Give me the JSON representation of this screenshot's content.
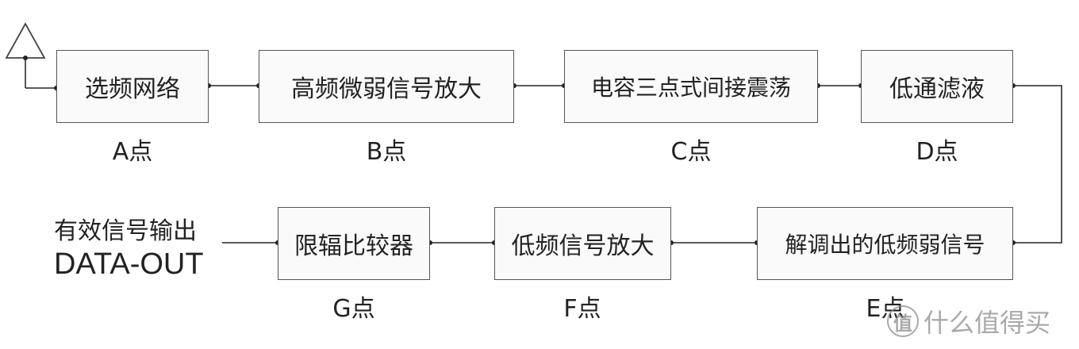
{
  "blocks": {
    "a": "选频网络",
    "b": "高频微弱信号放大",
    "c": "电容三点式间接震荡",
    "d": "低通滤液",
    "e": "解调出的低频弱信号",
    "f": "低频信号放大",
    "g": "限辐比较器"
  },
  "points": {
    "a": "A点",
    "b": "B点",
    "c": "C点",
    "d": "D点",
    "e": "E点",
    "f": "F点",
    "g": "G点"
  },
  "output": {
    "line1": "有效信号输出",
    "line2": "DATA-OUT"
  },
  "watermark": {
    "badge": "值",
    "text": "什么值得买"
  },
  "colors": {
    "line": "#444444",
    "box_border": "#555555",
    "text": "#222222"
  }
}
